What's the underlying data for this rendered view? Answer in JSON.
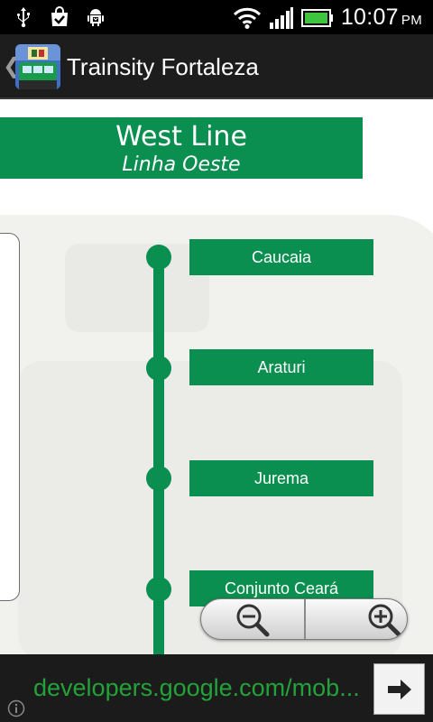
{
  "status_bar": {
    "time": "10:07",
    "ampm": "PM",
    "icons": [
      "usb-icon",
      "shopping-bag-check-icon",
      "android-icon",
      "wifi-icon",
      "signal-icon",
      "battery-icon"
    ]
  },
  "action_bar": {
    "title": "Trainsity Fortaleza",
    "back_glyph": "❮"
  },
  "line": {
    "name": "West Line",
    "subtitle": "Linha Oeste",
    "color": "#0b8f50"
  },
  "stations": [
    {
      "name": "Caucaia"
    },
    {
      "name": "Araturi"
    },
    {
      "name": "Jurema"
    },
    {
      "name": "Conjunto Ceará"
    }
  ],
  "zoom": {
    "zoom_out_icon": "zoom-out-icon",
    "zoom_in_icon": "zoom-in-icon"
  },
  "url_bar": {
    "url": "developers.google.com/mob...",
    "go_icon": "arrow-right-icon",
    "info_icon": "info-icon",
    "url_color": "#23a23a"
  }
}
